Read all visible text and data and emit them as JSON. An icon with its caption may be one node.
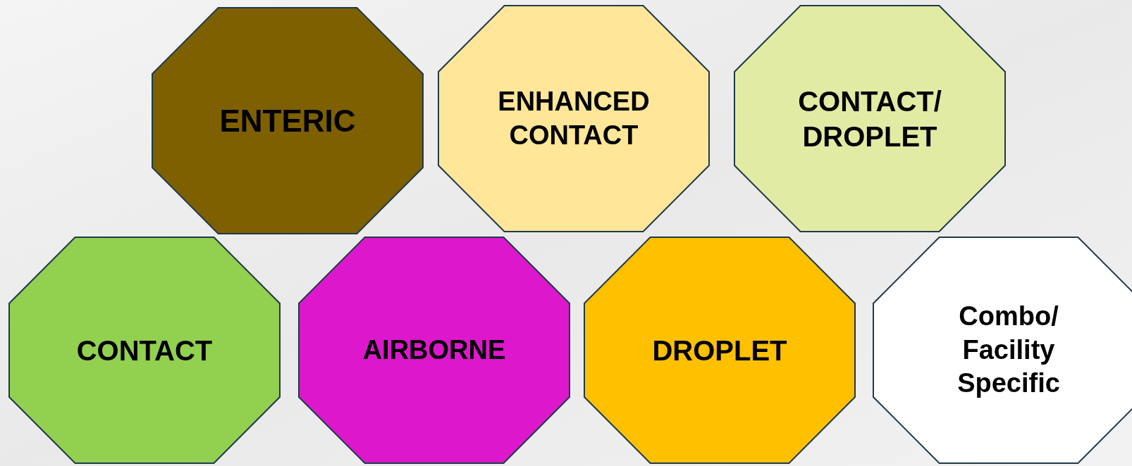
{
  "diagram": {
    "nodes": [
      {
        "text": [
          "ENTERIC"
        ]
      },
      {
        "text": [
          "ENHANCED CONTACT"
        ]
      },
      {
        "text": [
          "CONTACT/ DROPLET"
        ]
      },
      {
        "text": [
          "CONTACT"
        ]
      },
      {
        "text": [
          "AIRBORNE"
        ]
      },
      {
        "text": [
          "DROPLET"
        ]
      },
      {
        "text": [
          "Combo/ Facility Specific"
        ]
      }
    ]
  }
}
